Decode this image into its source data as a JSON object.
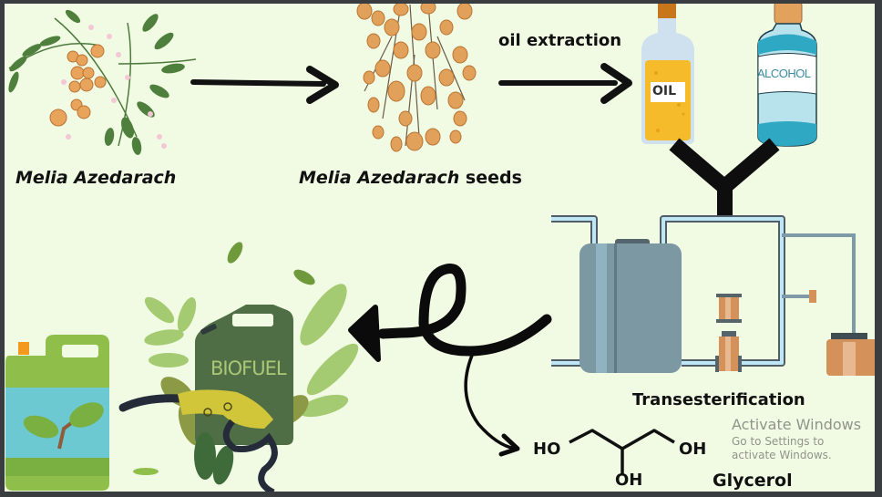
{
  "diagram": {
    "steps": {
      "plant": {
        "label": "Melia Azedarach"
      },
      "seeds": {
        "label_italic": "Melia Azedarach",
        "label_suffix": " seeds"
      },
      "extraction": {
        "label": "oil extraction"
      },
      "oil_bottle": {
        "label": "OIL"
      },
      "alcohol_bottle": {
        "label": "ALCOHOL"
      },
      "reactor": {
        "label": "Transesterification"
      },
      "biofuel": {
        "label": "BIOFUEL"
      },
      "glycerol": {
        "label": "Glycerol",
        "groups": [
          "HO",
          "OH",
          "OH"
        ]
      }
    },
    "colors": {
      "background": "#f1fbe3",
      "oil": "#f5bb2a",
      "alcohol": "#a9dbe6",
      "tank": "#7c98a2",
      "copper": "#d4915a",
      "leaf_green": "#8fbf4a",
      "jerrycan": "#4f6e45"
    }
  },
  "os_overlay": {
    "watermark_title": "Activate Windows",
    "watermark_subtitle": "Go to Settings to activate Windows."
  }
}
